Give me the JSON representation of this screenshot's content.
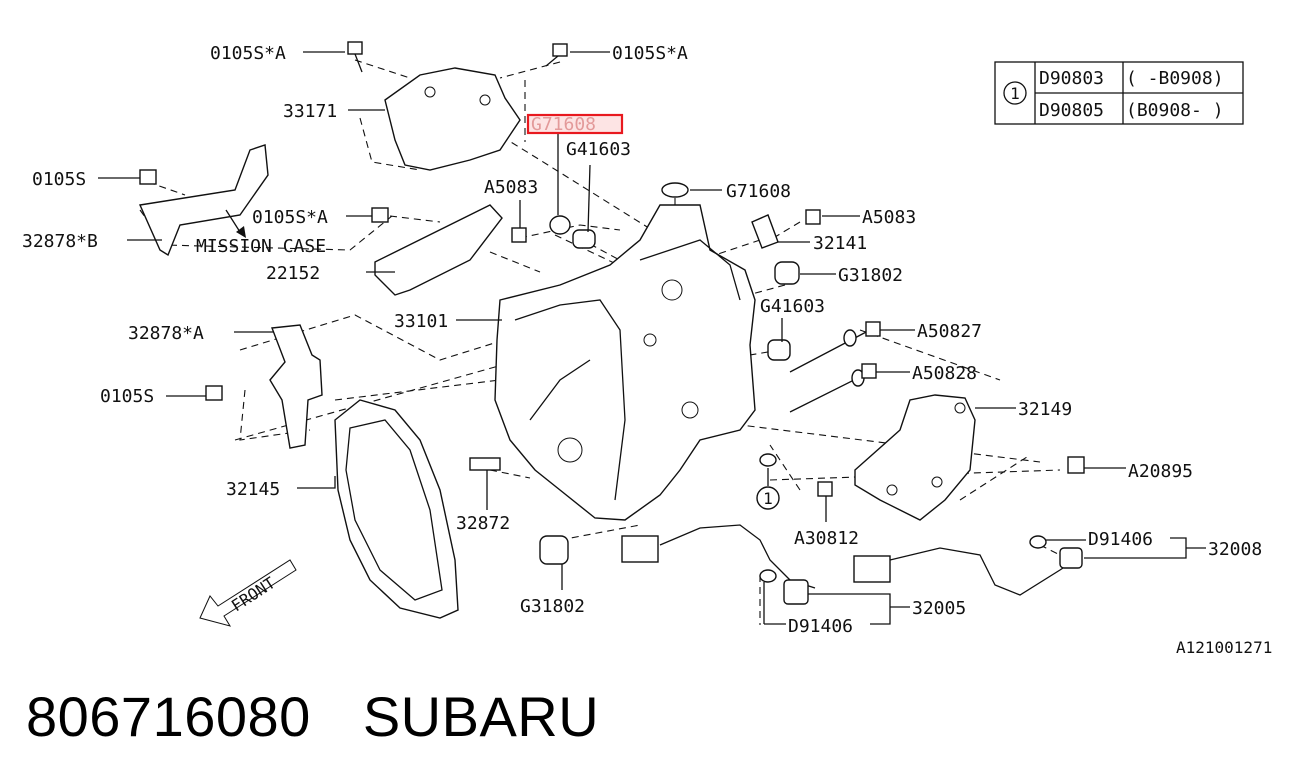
{
  "diagram": {
    "labels": {
      "bolt_0105s_a_top_left": "0105S*A",
      "bolt_0105s_a_top_right": "0105S*A",
      "bracket_33171": "33171",
      "highlighted_part": "G71608",
      "seal_g41603_top": "G41603",
      "bolt_0105s_left": "0105S",
      "bolt_a5083_left": "A5083",
      "washer_g71608": "G71608",
      "bolt_0105s_a_mid": "0105S*A",
      "bolt_a5083_right": "A5083",
      "bracket_32878_b": "32878*B",
      "mission_case": "MISSION CASE",
      "gasket_32141": "32141",
      "plate_22152": "22152",
      "bushing_g31802_right": "G31802",
      "case_33101": "33101",
      "seal_g41603_right": "G41603",
      "bracket_32878_a": "32878*A",
      "bolt_a50827": "A50827",
      "bolt_a50828": "A50828",
      "bolt_0105s_lower": "0105S",
      "cover_32149": "32149",
      "gasket_32145": "32145",
      "bolt_a20895": "A20895",
      "magnet_32872": "32872",
      "callout_1": "1",
      "bolt_a30812": "A30812",
      "washer_d91406_right": "D91406",
      "switch_32008": "32008",
      "bushing_g31802_bottom": "G31802",
      "switch_32005": "32005",
      "washer_d91406_bottom": "D91406",
      "front_arrow": "FRONT",
      "diagram_code": "A121001271"
    },
    "legend_table": {
      "callout": "1",
      "rows": [
        {
          "part": "D90803",
          "range": "( -B0908)"
        },
        {
          "part": "D90805",
          "range": "(B0908- )"
        }
      ]
    },
    "highlight_color": "#e8191f"
  },
  "footer": {
    "part_number": "806716080",
    "brand": "SUBARU"
  }
}
